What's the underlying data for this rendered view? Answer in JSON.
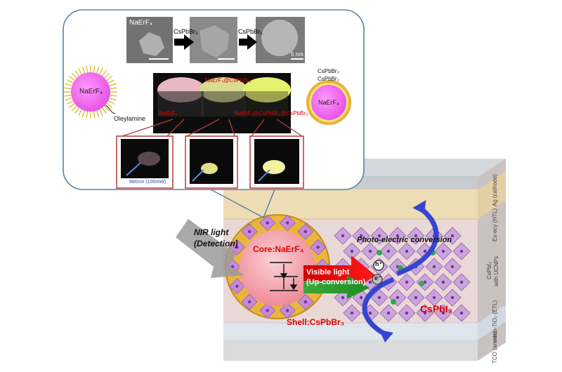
{
  "colors": {
    "inset_border": "#5a82a0",
    "red_label": "#e00000",
    "core_pink": "#f19aa3",
    "shell_gold": "#e6b43a",
    "arrow_red": "#e60000",
    "arrow_green": "#22a02a",
    "arrow_blue": "#3040d0",
    "perovskite_purple": "#9b59b6"
  },
  "inset": {
    "sem_labels": {
      "start": "NaErF₄",
      "step1": "CsPbBr₃",
      "step2": "CsPbBr₃",
      "scale": "5 nm"
    },
    "particle_left": {
      "core": "NaErF₄",
      "ligand": "Oleylamine"
    },
    "particle_right": {
      "shell1": "CsPbBr₃",
      "shell2": "CsPbBr₂",
      "core": "NaErF₄"
    },
    "vial_labels": {
      "top": "NaErF₄@CsPbBr₃",
      "left": "NaErF₄",
      "right": "NaErF₄@CsPbBr₃@CsPbBr₃"
    },
    "laser_label": "980nm (100mW)"
  },
  "device": {
    "layers": {
      "ag": "Ag (cathode)",
      "htl": "Ex-ecy (HTL)",
      "active_1": "CsPbI₃",
      "active_2": "with UCNPs",
      "etl": "meso-TiO₂ (ETL)",
      "tco": "TCO (anode)"
    },
    "nir_label_1": "NIR light",
    "nir_label_2": "(Detection)",
    "core_label": "Core:NaErF₄",
    "shell_label": "Shell:CsPbBr₃",
    "visible_label_1": "Visible light",
    "visible_label_2": "(Up-conversion)",
    "photo_label": "Photo-electric conversion",
    "hole": "h⁺",
    "electron": "e⁻",
    "perovskite_label": "CsPbI₃"
  }
}
